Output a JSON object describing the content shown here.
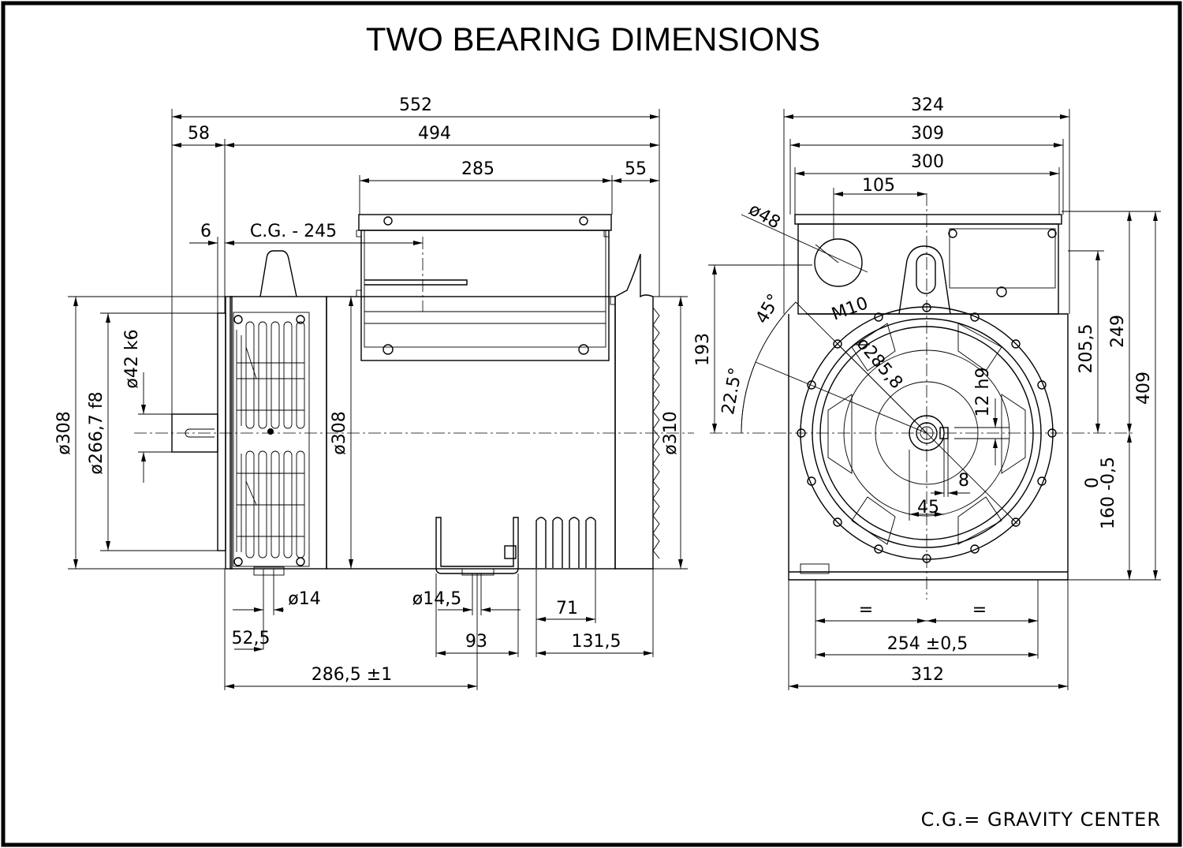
{
  "title": "TWO BEARING DIMENSIONS",
  "footer": "C.G.= GRAVITY CENTER",
  "side_view": {
    "overall_length": "552",
    "body_length": "494",
    "shaft_length": "58",
    "terminal_box_length": "285",
    "rear_offset": "55",
    "cg_offset": "6",
    "cg": "C.G. - 245",
    "dia_flange": "ø308",
    "dia_spigot": "ø266,7  f8",
    "dia_shaft": "ø42  k6",
    "dia_body": "ø308",
    "dia_rear": "ø310",
    "hole_front": "ø14",
    "hole_mid": "ø14,5",
    "front_foot": "52,5",
    "foot_width": "93",
    "vent_width": "71",
    "rear_foot": "131,5",
    "foot_span": "286,5 ±1"
  },
  "end_view": {
    "width_overall": "324",
    "width_box": "309",
    "width_frame": "300",
    "eye_offset": "105",
    "dia_hole": "ø48",
    "angle_45": "45°",
    "angle_22": "22.5°",
    "thread": "M10",
    "pcd": "ø285,8",
    "key_width": "12  h9",
    "key_depth": "8",
    "key_len": "45",
    "h_193": "193",
    "h_2055": "205,5",
    "h_249": "249",
    "h_409": "409",
    "shaft_height_upper": "0",
    "shaft_height_lower": "160  -0,5",
    "equal": "=",
    "foot_hole_span": "254 ±0,5",
    "foot_width": "312"
  }
}
